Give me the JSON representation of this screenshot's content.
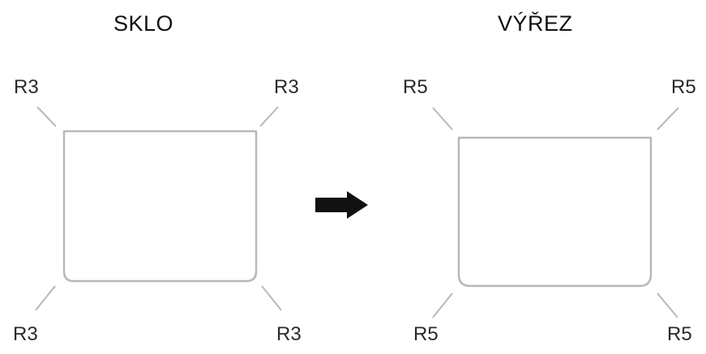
{
  "left_panel": {
    "title": "SKLO",
    "corner_labels": {
      "top_left": "R3",
      "top_right": "R3",
      "bottom_left": "R3",
      "bottom_right": "R3"
    }
  },
  "right_panel": {
    "title": "VÝŘEZ",
    "corner_labels": {
      "top_left": "R5",
      "top_right": "R5",
      "bottom_left": "R5",
      "bottom_right": "R5"
    }
  },
  "colors": {
    "outline": "#b8b8b8",
    "arrow": "#111111",
    "text": "#1a1a1a"
  },
  "icons": {
    "transition": "right-arrow-icon"
  }
}
